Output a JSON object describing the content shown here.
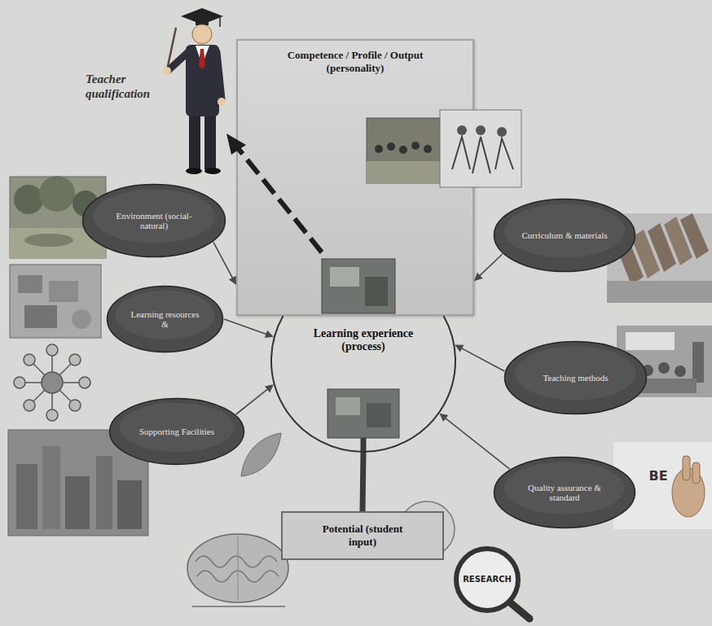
{
  "diagram": {
    "nodes": [
      {
        "text": [
          "Competence / Profile / Output (personality)"
        ]
      },
      {
        "text": [
          "Environment (social-natural)"
        ]
      },
      {
        "text": [
          "Curriculum & materials"
        ]
      },
      {
        "text": [
          "Learning resources &"
        ]
      },
      {
        "text": [
          "Learning experience (process)"
        ]
      },
      {
        "text": [
          "Supporting Facilities"
        ]
      },
      {
        "text": [
          "Teaching methods"
        ]
      },
      {
        "text": [
          "Quality assurance & standard"
        ]
      },
      {
        "text": [
          "Potential (student input)"
        ]
      }
    ],
    "edges": [
      {
        "from": 1,
        "to": 0,
        "arrow": "to"
      },
      {
        "from": 2,
        "to": 0,
        "arrow": "to"
      },
      {
        "from": 3,
        "to": 4,
        "arrow": "to"
      },
      {
        "from": 5,
        "to": 4,
        "arrow": "to"
      },
      {
        "from": 6,
        "to": 4,
        "arrow": "to"
      },
      {
        "from": 7,
        "to": 4,
        "arrow": "to"
      },
      {
        "from": 8,
        "to": 4,
        "arrow": "none"
      }
    ],
    "labels": [
      "Teacher qualification",
      "BE",
      "RESEARCH"
    ]
  }
}
